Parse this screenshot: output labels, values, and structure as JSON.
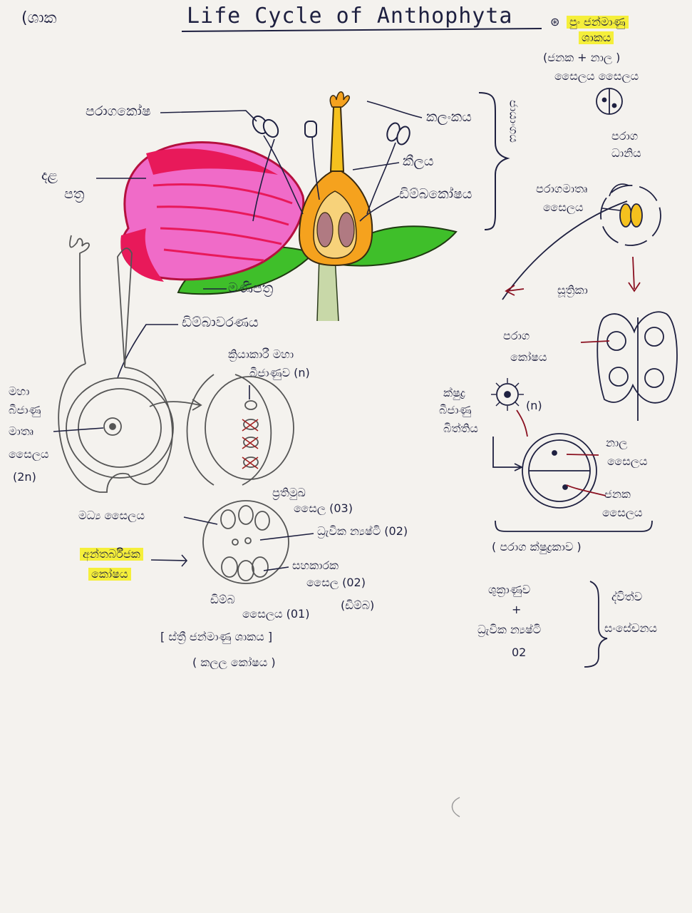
{
  "header": {
    "corner": "(ශාක",
    "title": "Life Cycle of Anthophyta",
    "note_line1": "පුං ජන්මාණු",
    "note_line2": "ශාකය",
    "note_line3": "(ජනක + නාල )",
    "note_line4": "සෛලය සෛලය"
  },
  "flower": {
    "pollen_sac": "පරාගකෝෂ",
    "petal_line1": "දළ",
    "petal_line2": "පත්‍ර",
    "stigma": "කලංකය",
    "style": "කීලය",
    "ovary": "ඩිම්බකෝෂය",
    "carpel_vertical": "ජායාංගය",
    "sepal": "මණිපත්‍ර",
    "ovule_wall": "ඩිම්බාවරණය"
  },
  "pollen": {
    "pollen_grain_line1": "පරාග",
    "pollen_grain_line2": "ධානිය",
    "pollen_mother_line1": "පරාගමාතෘ",
    "pollen_mother_line2": "සෛලය",
    "filament": "සූත්‍රිකා",
    "pollen_sac_line1": "පරාග",
    "pollen_sac_line2": "කෝෂය",
    "microspore_line1": "ක්ෂුද්‍ර",
    "microspore_line2": "බීජාණු",
    "microspore_line3": "බිත්තිය",
    "haploid": "(n)",
    "tube_cell_line1": "නාල",
    "tube_cell_line2": "සෛලය",
    "generative_line1": "ජනක",
    "generative_line2": "සෛලය",
    "pollen_label": "( පරාග ක්ෂුද්‍රකාව )",
    "zygote_line1": "ශුක්‍රාණුව",
    "zygote_plus": "+",
    "zygote_line3": "ධ්‍රැවික න්‍යෂ්ටි",
    "zygote_line4": "02",
    "double_line1": "ද්විත්ව",
    "double_line2": "සංසේචනය"
  },
  "ovule": {
    "functional_line1": "ක්‍රියාකාරී මහා",
    "functional_line2": "බීජාණුව (n)",
    "mega_line1": "මහා",
    "mega_line2": "බීජාණු",
    "mother_line1": "මාතෘ",
    "mother_line2": "සෛලය",
    "diploid": "(2n)",
    "antipodal_line1": "ප්‍රතිමුඛ",
    "antipodal_line2": "සෛල (03)",
    "egg_cell": "මධ්‍ය සෛලය",
    "polar": "ධ්‍රැවික න්‍යෂ්ටි (02)",
    "synergid_line1": "සහකාරක",
    "synergid_line2": "සෛල (02)",
    "embryo_sac_line1": "අන්තර්බීජක",
    "embryo_sac_line2": "කෝෂය",
    "egg_line1": "ඩිම්බ",
    "egg_line2": "සෛලය (01)",
    "egg_bracket": "(ඩිම්බ)",
    "female_gametophyte": "[ ස්ත්‍රී ජන්මාණු ශාකය ]",
    "embryo_sac_name": "( කලල කෝෂය )"
  },
  "colors": {
    "petal": "#e8195a",
    "petal_light": "#f06bc8",
    "sepal": "#3fbf2a",
    "pistil": "#f5a21e",
    "highlight": "#f5ef3a",
    "ink": "#1e2040",
    "arrow_red": "#8a1020"
  }
}
